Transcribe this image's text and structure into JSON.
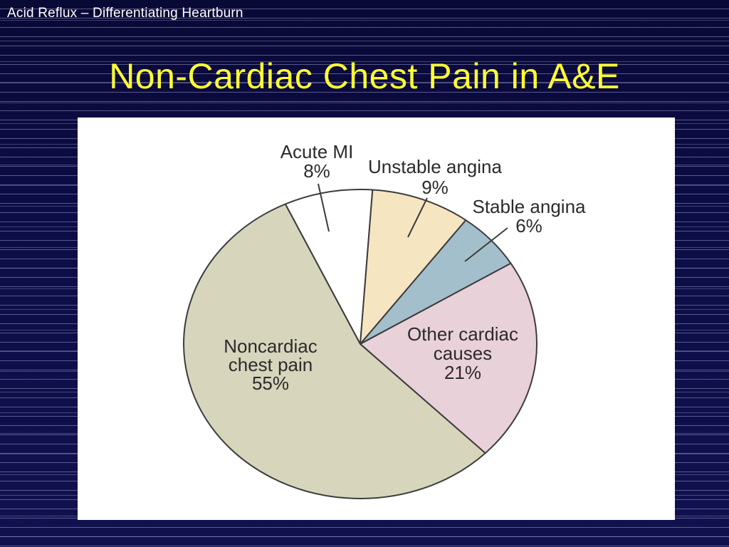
{
  "slide": {
    "header": "Acid Reflux – Differentiating Heartburn",
    "title": "Non-Cardiac Chest Pain in A&E"
  },
  "colors": {
    "background": "#0c0c45",
    "stripe": "#9696c8",
    "header_text": "#ffffff",
    "title_text": "#ffff33",
    "panel": "#ffffff",
    "outline": "#3c3c3c",
    "label_text": "#2b2b2b"
  },
  "chart_data": {
    "type": "pie",
    "title": "Non-Cardiac Chest Pain in A&E",
    "legend_position": "labels-on-chart",
    "start_angle_deg": -25.1,
    "slices": [
      {
        "label": "Acute MI",
        "pct_label": "8%",
        "value": 8,
        "color": "#ffffff"
      },
      {
        "label": "Unstable angina",
        "pct_label": "9%",
        "value": 9,
        "color": "#f6e5c1"
      },
      {
        "label": "Stable angina",
        "pct_label": "6%",
        "value": 6,
        "color": "#a4bfcc"
      },
      {
        "label": "Other cardiac causes",
        "pct_label": "21%",
        "value": 21,
        "color": "#e9d1d9",
        "label_lines": [
          "Other cardiac",
          "causes"
        ]
      },
      {
        "label": "Noncardiac chest pain",
        "pct_label": "55%",
        "value": 55,
        "color": "#d7d5bc",
        "label_lines": [
          "Noncardiac",
          "chest pain"
        ]
      }
    ]
  }
}
